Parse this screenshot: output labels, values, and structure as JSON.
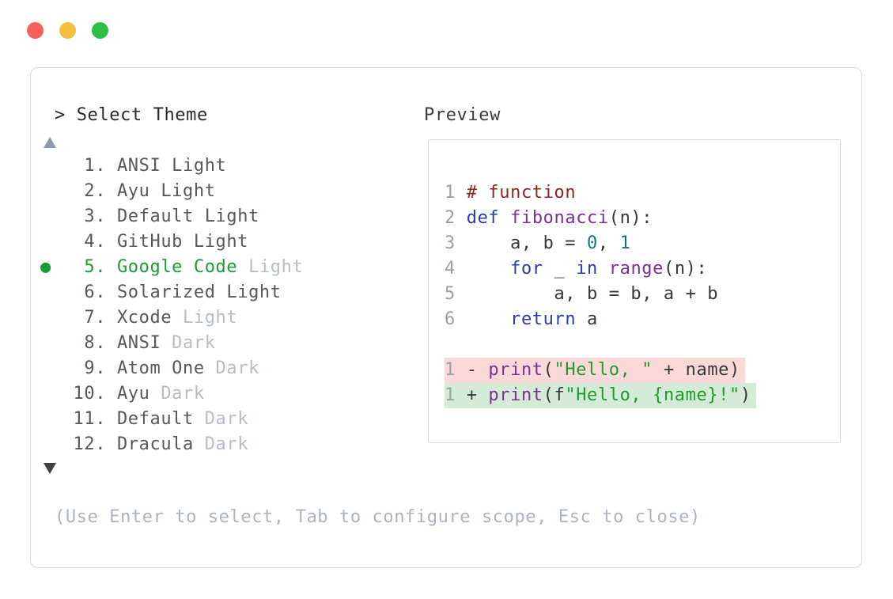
{
  "window_controls": {
    "close_color": "#f4615c",
    "minimize_color": "#f5be41",
    "zoom_color": "#2dbe46"
  },
  "picker": {
    "prompt": "> Select Theme",
    "scroll_up_indicator": "▲",
    "scroll_down_indicator": "▼",
    "items": [
      {
        "marker": " ",
        "prefix": "   1. ",
        "name": "ANSI Light",
        "variant": "",
        "selected": false
      },
      {
        "marker": " ",
        "prefix": "   2. ",
        "name": "Ayu Light",
        "variant": "",
        "selected": false
      },
      {
        "marker": " ",
        "prefix": "   3. ",
        "name": "Default Light",
        "variant": "",
        "selected": false
      },
      {
        "marker": " ",
        "prefix": "   4. ",
        "name": "GitHub Light",
        "variant": "",
        "selected": false
      },
      {
        "marker": "●",
        "prefix": "   5. ",
        "name": "Google Code ",
        "variant": "Light",
        "selected": true
      },
      {
        "marker": " ",
        "prefix": "   6. ",
        "name": "Solarized Light",
        "variant": "",
        "selected": false
      },
      {
        "marker": " ",
        "prefix": "   7. ",
        "name": "Xcode ",
        "variant": "Light",
        "selected": false
      },
      {
        "marker": " ",
        "prefix": "   8. ",
        "name": "ANSI ",
        "variant": "Dark",
        "selected": false
      },
      {
        "marker": " ",
        "prefix": "   9. ",
        "name": "Atom One ",
        "variant": "Dark",
        "selected": false
      },
      {
        "marker": " ",
        "prefix": "  10. ",
        "name": "Ayu ",
        "variant": "Dark",
        "selected": false
      },
      {
        "marker": " ",
        "prefix": "  11. ",
        "name": "Default ",
        "variant": "Dark",
        "selected": false
      },
      {
        "marker": " ",
        "prefix": "  12. ",
        "name": "Dracula ",
        "variant": "Dark",
        "selected": false
      }
    ],
    "help": "(Use Enter to select, Tab to configure scope, Esc to close)"
  },
  "preview": {
    "label": "Preview",
    "lines": [
      {
        "num": "1",
        "bg": "",
        "tokens": [
          {
            "s": " ",
            "c": "p"
          },
          {
            "s": "# function",
            "c": "c"
          }
        ]
      },
      {
        "num": "2",
        "bg": "",
        "tokens": [
          {
            "s": " ",
            "c": "p"
          },
          {
            "s": "def",
            "c": "k"
          },
          {
            "s": " ",
            "c": "p"
          },
          {
            "s": "fibonacci",
            "c": "f"
          },
          {
            "s": "(n):",
            "c": "p"
          }
        ]
      },
      {
        "num": "3",
        "bg": "",
        "tokens": [
          {
            "s": "     a, b = ",
            "c": "p"
          },
          {
            "s": "0",
            "c": "n"
          },
          {
            "s": ", ",
            "c": "p"
          },
          {
            "s": "1",
            "c": "n"
          }
        ]
      },
      {
        "num": "4",
        "bg": "",
        "tokens": [
          {
            "s": "     ",
            "c": "p"
          },
          {
            "s": "for",
            "c": "k"
          },
          {
            "s": " _ ",
            "c": "p"
          },
          {
            "s": "in",
            "c": "k"
          },
          {
            "s": " ",
            "c": "p"
          },
          {
            "s": "range",
            "c": "f"
          },
          {
            "s": "(n):",
            "c": "p"
          }
        ]
      },
      {
        "num": "5",
        "bg": "",
        "tokens": [
          {
            "s": "         a, b = b, a + b",
            "c": "p"
          }
        ]
      },
      {
        "num": "6",
        "bg": "",
        "tokens": [
          {
            "s": "     ",
            "c": "p"
          },
          {
            "s": "return",
            "c": "k"
          },
          {
            "s": " a",
            "c": "p"
          }
        ]
      },
      {
        "num": "",
        "bg": "",
        "tokens": []
      },
      {
        "num": "1",
        "bg": "del",
        "tokens": [
          {
            "s": " - ",
            "c": "p"
          },
          {
            "s": "print",
            "c": "f"
          },
          {
            "s": "(",
            "c": "p"
          },
          {
            "s": "\"Hello, \"",
            "c": "s"
          },
          {
            "s": " + name)",
            "c": "p"
          }
        ]
      },
      {
        "num": "1",
        "bg": "add",
        "tokens": [
          {
            "s": " + ",
            "c": "p"
          },
          {
            "s": "print",
            "c": "f"
          },
          {
            "s": "(f",
            "c": "p"
          },
          {
            "s": "\"Hello, {name}!\"",
            "c": "s"
          },
          {
            "s": ")",
            "c": "p"
          }
        ]
      }
    ]
  },
  "syntax_colors": {
    "plain": "#35383c",
    "comment": "#8c2620",
    "keyword": "#2d3bb3",
    "function": "#7d2f96",
    "number": "#107878",
    "string": "#1f9a2b",
    "line_number": "#9aa1ab",
    "deletion_bg": "#fbd9d9",
    "addition_bg": "#d4ebd7",
    "selected_green": "#169e33",
    "variant_gray": "#b5bdca"
  }
}
